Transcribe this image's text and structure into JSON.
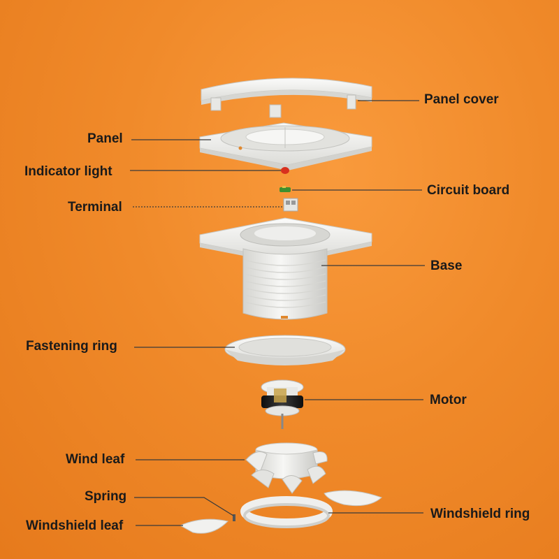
{
  "labels": {
    "panel_cover": "Panel cover",
    "panel": "Panel",
    "indicator_light": "Indicator light",
    "circuit_board": "Circuit board",
    "terminal": "Terminal",
    "base": "Base",
    "fastening_ring": "Fastening ring",
    "motor": "Motor",
    "wind_leaf": "Wind leaf",
    "spring": "Spring",
    "windshield_ring": "Windshield ring",
    "windshield_leaf": "Windshield leaf"
  },
  "colors": {
    "background": "#f08a2a",
    "part_white": "#f4f4f2",
    "part_shadow": "#cfcfcc",
    "leader_line": "#3a3a3a",
    "label_text": "#1a1a1a",
    "indicator_red": "#d8301e",
    "circuit_green": "#3f8f2e",
    "motor_black": "#1c1c1c"
  }
}
